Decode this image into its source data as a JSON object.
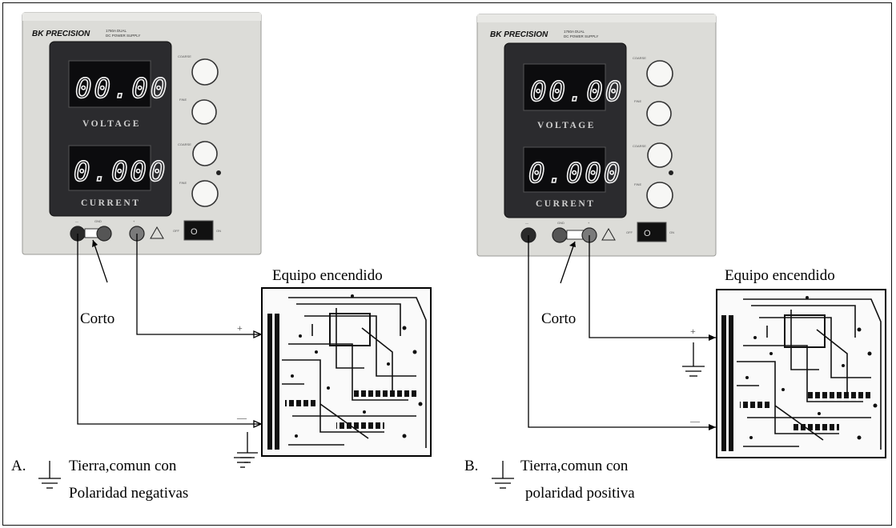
{
  "panel_a": {
    "brand": "BK PRECISION",
    "model": "1760A DUAL",
    "model_sub": "DC POWER SUPPLY",
    "voltage_reading": "00.00",
    "current_reading": "0.000",
    "voltage_label": "VOLTAGE",
    "current_label": "CURRENT",
    "power_switch": "O",
    "terminal_neg": "—",
    "terminal_gnd": "GND",
    "terminal_pos": "+",
    "device_label": "Equipo encendido",
    "short_label": "Corto",
    "plus_sign": "+",
    "minus_sign": "—",
    "caption_letter": "A.",
    "caption_line1": "Tierra,comun con",
    "caption_line2": "Polaridad negativas"
  },
  "panel_b": {
    "brand": "BK PRECISION",
    "model": "1760A DUAL",
    "model_sub": "DC POWER SUPPLY",
    "voltage_reading": "00.00",
    "current_reading": "0.000",
    "voltage_label": "VOLTAGE",
    "current_label": "CURRENT",
    "power_switch": "O",
    "terminal_neg": "—",
    "terminal_gnd": "GND",
    "terminal_pos": "+",
    "device_label": "Equipo encendido",
    "short_label": "Corto",
    "plus_sign": "+",
    "minus_sign": "—",
    "caption_letter": "B.",
    "caption_line1": "Tierra,comun con",
    "caption_line2": "polaridad positiva"
  },
  "knob_labels": [
    "COARSE",
    "FINE",
    "COARSE",
    "FINE"
  ],
  "switch_labels": [
    "OFF",
    "ON"
  ],
  "colors": {
    "frame": "#111111",
    "case": "#dcdcd8",
    "front_panel": "#2b2b2e",
    "display_digits": "#f2f2f2"
  }
}
